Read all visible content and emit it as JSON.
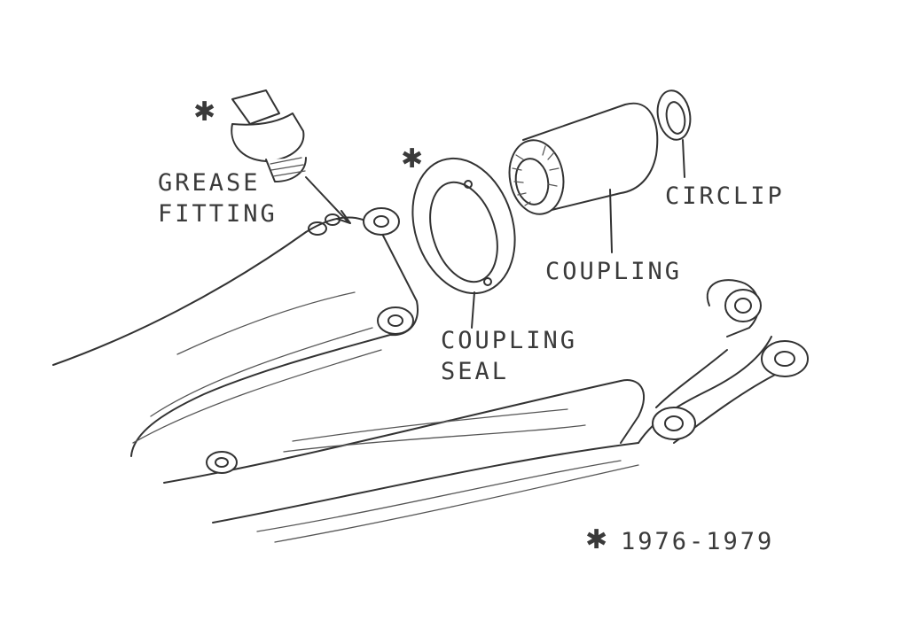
{
  "labels": {
    "grease_fitting_1": "GREASE",
    "grease_fitting_2": "FITTING",
    "circlip": "CIRCLIP",
    "coupling": "COUPLING",
    "coupling_seal_1": "COUPLING",
    "coupling_seal_2": "SEAL",
    "footnote": "1976-1979"
  },
  "marker": "✱"
}
